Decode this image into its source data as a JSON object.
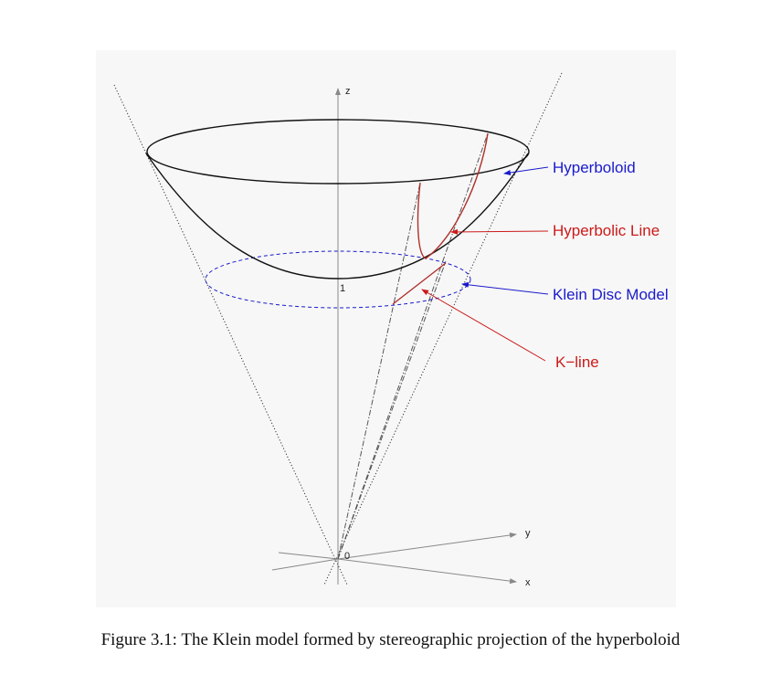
{
  "diagram": {
    "axes": {
      "z_label": "z",
      "y_label": "y",
      "x_label": "x",
      "origin_label": "0",
      "unit_label": "1"
    },
    "callouts": {
      "hyperboloid": "Hyperboloid",
      "hyperbolic_line": "Hyperbolic Line",
      "klein_disc_model": "Klein Disc Model",
      "k_line": "K−line"
    },
    "colors": {
      "blue": "#1a1acc",
      "red": "#cc1a1a",
      "axis": "#888888",
      "surface": "#111111",
      "panel_bg": "#f7f7f7"
    }
  },
  "caption": "Figure 3.1: The Klein model formed by stereographic projection of the hyperboloid"
}
